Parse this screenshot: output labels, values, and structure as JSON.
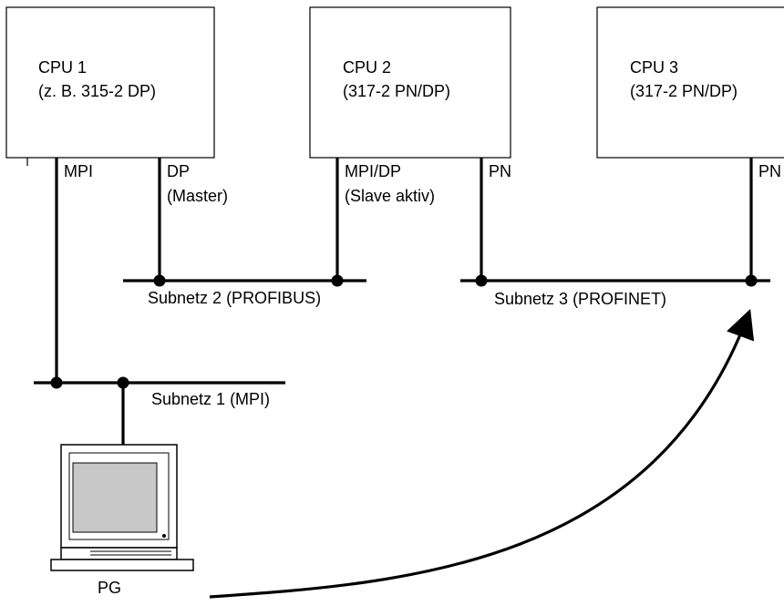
{
  "cpus": [
    {
      "name": "CPU 1",
      "model": "(z. B. 315-2 DP)"
    },
    {
      "name": "CPU 2",
      "model": "(317-2 PN/DP)"
    },
    {
      "name": "CPU 3",
      "model": "(317-2 PN/DP)"
    }
  ],
  "interfaces": {
    "cpu1_mpi": "MPI",
    "cpu1_dp": "DP",
    "cpu1_dp_role": "(Master)",
    "cpu2_mpidp": "MPI/DP",
    "cpu2_mpidp_role": "(Slave aktiv)",
    "cpu2_pn": "PN",
    "cpu3_pn": "PN"
  },
  "subnets": {
    "subnet1": "Subnetz 1 (MPI)",
    "subnet2": "Subnetz 2 (PROFIBUS)",
    "subnet3": "Subnetz 3 (PROFINET)"
  },
  "pg": {
    "label": "PG"
  },
  "colors": {
    "line": "#000000",
    "background": "#ffffff",
    "screen": "#c8c8c8"
  },
  "icons": {
    "pg": "pc-workstation-icon"
  }
}
